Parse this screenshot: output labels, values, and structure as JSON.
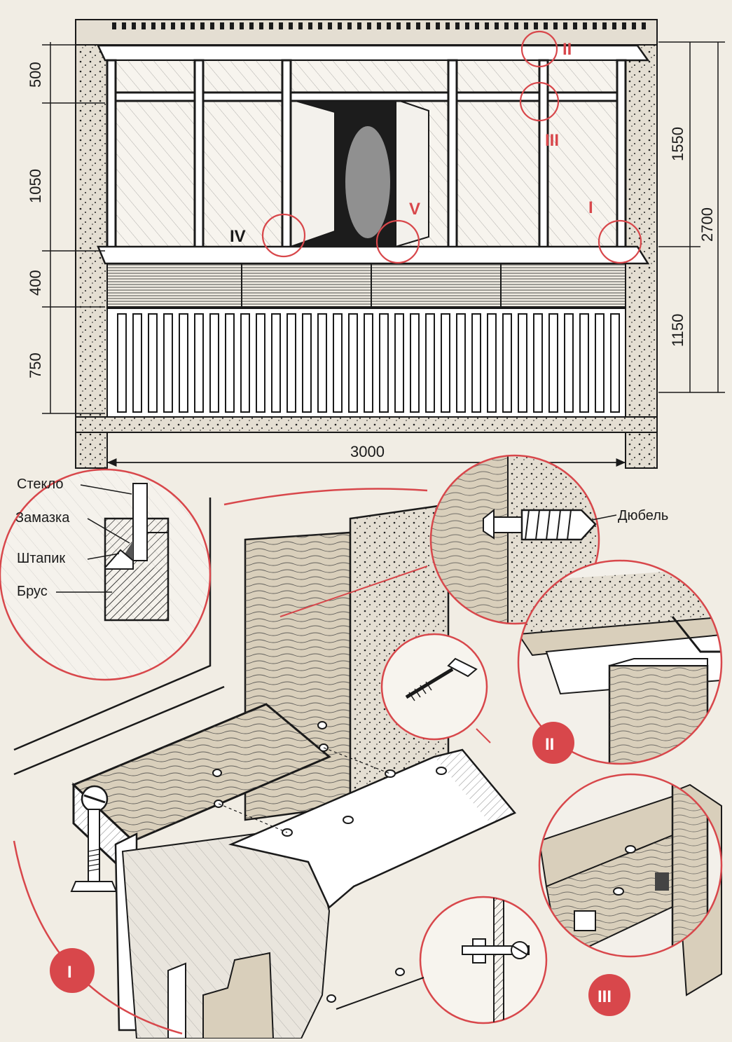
{
  "dimensions": {
    "d500": "500",
    "d1050": "1050",
    "d400": "400",
    "d750": "750",
    "d1550": "1550",
    "d2700": "2700",
    "d1150": "1150",
    "d3000": "3000"
  },
  "labels": {
    "glass": "Стекло",
    "putty": "Замазка",
    "bead": "Штапик",
    "beam": "Брус",
    "dowel": "Дюбель"
  },
  "markers": {
    "m1": "I",
    "m2": "II",
    "m3": "III",
    "m4": "IV",
    "m5": "V"
  },
  "colors": {
    "ink": "#1a1a1a",
    "accent": "#d8474b",
    "paper": "#f1ede4",
    "concrete": "#e4ded2",
    "wood": "#d9cfbb"
  }
}
